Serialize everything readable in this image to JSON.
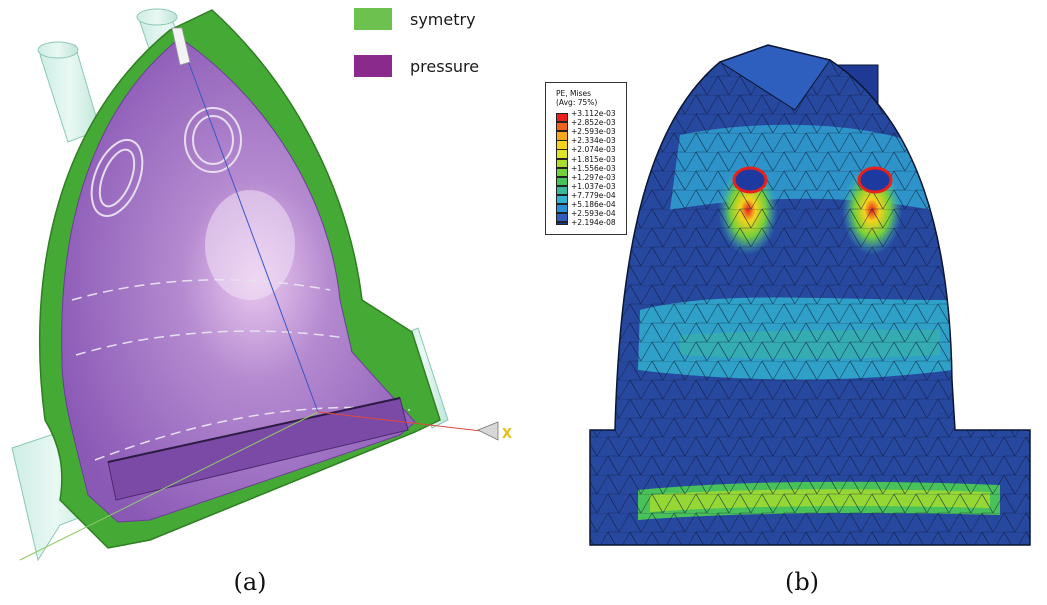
{
  "legend": {
    "items": [
      {
        "label": "symetry",
        "color": "#6cc14f"
      },
      {
        "label": "pressure",
        "color": "#8a2a8c"
      }
    ]
  },
  "captions": {
    "a": "(a)",
    "b": "(b)"
  },
  "axis_marker": {
    "label": "X"
  },
  "colorbar": {
    "title": "PE, Mises",
    "subtitle": "(Avg: 75%)",
    "levels": [
      {
        "label": "+3.112e-03",
        "color": "#e8211d"
      },
      {
        "label": "+2.852e-03",
        "color": "#f2641b"
      },
      {
        "label": "+2.593e-03",
        "color": "#f7a81e"
      },
      {
        "label": "+2.334e-03",
        "color": "#f5d31d"
      },
      {
        "label": "+2.074e-03",
        "color": "#dde425"
      },
      {
        "label": "+1.815e-03",
        "color": "#a9dc2b"
      },
      {
        "label": "+1.556e-03",
        "color": "#74d03a"
      },
      {
        "label": "+1.297e-03",
        "color": "#49c25a"
      },
      {
        "label": "+1.037e-03",
        "color": "#3bb89a"
      },
      {
        "label": "+7.779e-04",
        "color": "#31b2cf"
      },
      {
        "label": "+5.186e-04",
        "color": "#2b8fd8"
      },
      {
        "label": "+2.593e-04",
        "color": "#2e5fbe"
      },
      {
        "label": "+2.194e-08",
        "color": "#1d3aa0"
      }
    ]
  }
}
